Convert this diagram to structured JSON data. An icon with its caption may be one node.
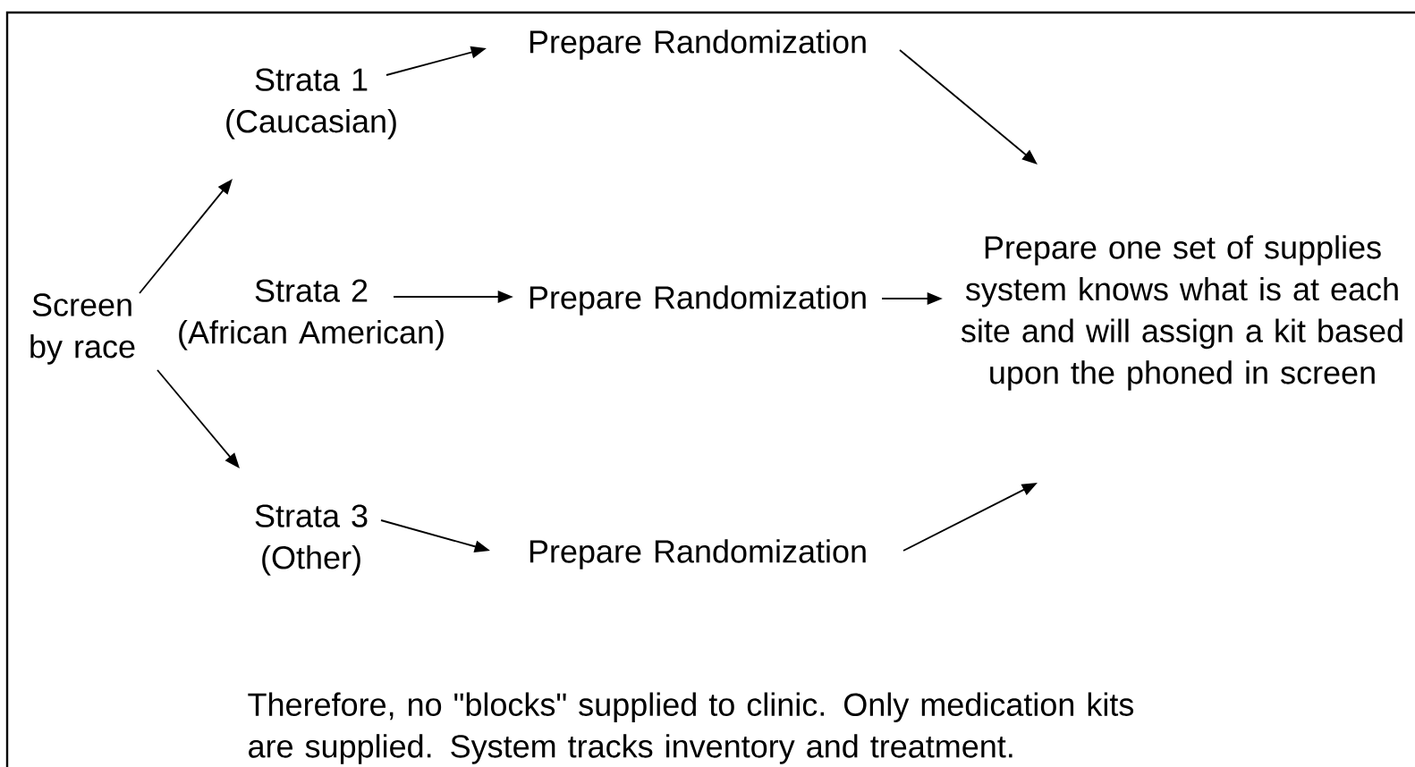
{
  "diagram": {
    "nodes": [
      {
        "text": [
          "Screen by race"
        ]
      },
      {
        "text": [
          "Strata 1",
          "(Caucasian)"
        ]
      },
      {
        "text": [
          "Strata 2",
          "(African American)"
        ]
      },
      {
        "text": [
          "Strata 3",
          "(Other)"
        ]
      },
      {
        "text": [
          "Prepare Randomization"
        ]
      },
      {
        "text": [
          "Prepare Randomization"
        ]
      },
      {
        "text": [
          "Prepare Randomization"
        ]
      },
      {
        "text": [
          "Prepare one set of supplies system knows what is at each site and will assign a kit based upon the phoned in screen"
        ]
      }
    ],
    "edges": [
      {
        "from": 0,
        "to": 1,
        "arrow": "to"
      },
      {
        "from": 0,
        "to": 3,
        "arrow": "to"
      },
      {
        "from": 1,
        "to": 4,
        "arrow": "to"
      },
      {
        "from": 2,
        "to": 5,
        "arrow": "to"
      },
      {
        "from": 3,
        "to": 6,
        "arrow": "to"
      },
      {
        "from": 4,
        "to": 7,
        "arrow": "to"
      },
      {
        "from": 5,
        "to": 7,
        "arrow": "to"
      },
      {
        "from": 6,
        "to": 7,
        "arrow": "to"
      }
    ],
    "labels": [
      "Therefore, no \"blocks\" supplied to clinic. Only medication kits are supplied. System tracks inventory and treatment."
    ]
  }
}
